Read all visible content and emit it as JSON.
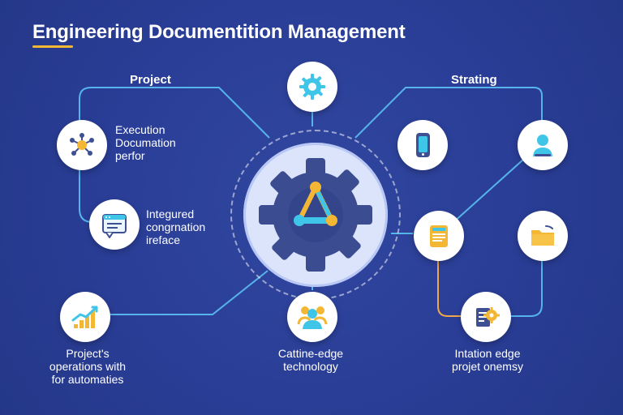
{
  "title": "Engineering Documentition Management",
  "sections": {
    "project": "Project",
    "strating": "Strating"
  },
  "labels": {
    "execution": [
      "Execution",
      "Documation",
      "perfor"
    ],
    "integrated": [
      "Integured",
      "congrnation",
      "ireface"
    ],
    "operations": [
      "Project's",
      "operations with",
      "for automaties"
    ],
    "technology": [
      "Cattine-edge",
      "technology"
    ],
    "intation": [
      "Intation edge",
      "projet onemsy"
    ]
  },
  "icons": {
    "top": "gear-icon",
    "execution": "network-icon",
    "integrated": "browser-window-icon",
    "operations": "bar-chart-icon",
    "technology": "people-collaboration-icon",
    "mobile": "smartphone-icon",
    "user": "user-profile-icon",
    "document": "document-icon",
    "folder": "folder-icon",
    "document_gear": "document-gear-icon",
    "center": "gear-workflow-icon"
  },
  "colors": {
    "background": "#283d9a",
    "accent": "#f4b733",
    "cyan": "#3ec5e8",
    "gear": "#3b4d90",
    "line": "#56b4ea",
    "orange_line": "#f0a64c"
  }
}
